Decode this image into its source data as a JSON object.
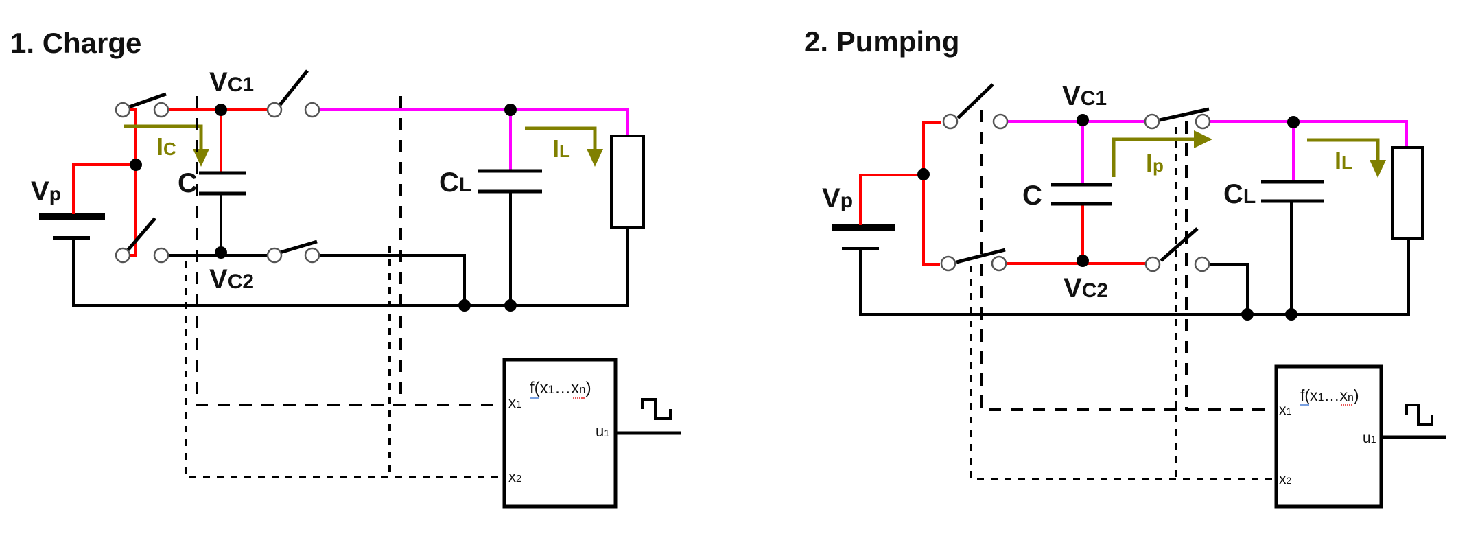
{
  "colors": {
    "wire": "#000000",
    "charge_path": "#ff0000",
    "load_path": "#ff00ff",
    "current_arrow": "#808000",
    "terminal_fill": "#ffffff",
    "terminal_stroke": "#555555"
  },
  "diagrams": [
    {
      "id": "charge",
      "title": "1. Charge",
      "labels": {
        "source": {
          "main": "V",
          "sub": "p"
        },
        "node_top": {
          "main": "V",
          "sub": "C1"
        },
        "node_bottom": {
          "main": "V",
          "sub": "C2"
        },
        "capacitor": {
          "main": "C",
          "sub": ""
        },
        "load_capacitor": {
          "main": "C",
          "sub": "L"
        },
        "current_main": {
          "main": "I",
          "sub": "C"
        },
        "current_load": {
          "main": "I",
          "sub": "L"
        }
      },
      "controller": {
        "function": {
          "prefix": "f(x",
          "sub1": "1",
          "mid": "…x",
          "subn": "n",
          "suffix": ")"
        },
        "input1": {
          "main": "x",
          "sub": "1"
        },
        "input2": {
          "main": "x",
          "sub": "2"
        },
        "output": {
          "main": "u",
          "sub": "1"
        },
        "output_signal_icon": "square-wave-icon"
      },
      "switch_states": {
        "S1_top_left": "closed",
        "S2_bottom_left": "open",
        "S3_top_right": "open",
        "S4_bottom_right": "closed"
      }
    },
    {
      "id": "pumping",
      "title": "2. Pumping",
      "labels": {
        "source": {
          "main": "V",
          "sub": "p"
        },
        "node_top": {
          "main": "V",
          "sub": "C1"
        },
        "node_bottom": {
          "main": "V",
          "sub": "C2"
        },
        "capacitor": {
          "main": "C",
          "sub": ""
        },
        "load_capacitor": {
          "main": "C",
          "sub": "L"
        },
        "current_main": {
          "main": "I",
          "sub": "p"
        },
        "current_load": {
          "main": "I",
          "sub": "L"
        }
      },
      "controller": {
        "function": {
          "prefix": "f(x",
          "sub1": "1",
          "mid": "…x",
          "subn": "n",
          "suffix": ")"
        },
        "input1": {
          "main": "x",
          "sub": "1"
        },
        "input2": {
          "main": "x",
          "sub": "2"
        },
        "output": {
          "main": "u",
          "sub": "1"
        },
        "output_signal_icon": "square-wave-icon"
      },
      "switch_states": {
        "S1_top_left": "open",
        "S2_bottom_left": "closed",
        "S3_top_right": "closed",
        "S4_bottom_right": "open"
      }
    }
  ]
}
